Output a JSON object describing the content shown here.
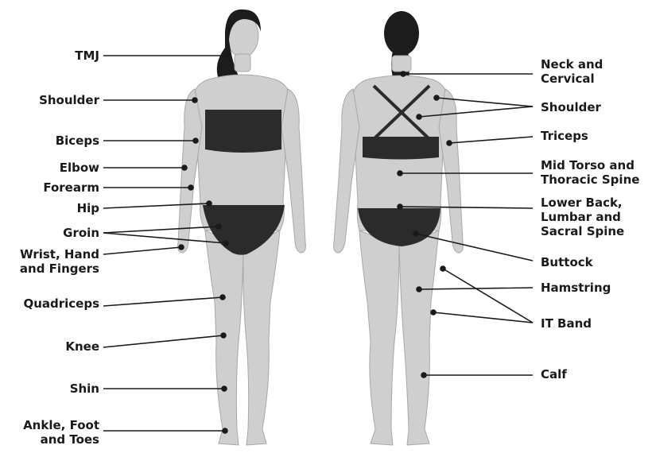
{
  "labels_left": {
    "tmj": "TMJ",
    "shoulder": "Shoulder",
    "biceps": "Biceps",
    "elbow": "Elbow",
    "forearm": "Forearm",
    "hip": "Hip",
    "groin": "Groin",
    "wrist": "Wrist, Hand\nand Fingers",
    "quadriceps": "Quadriceps",
    "knee": "Knee",
    "shin": "Shin",
    "ankle": "Ankle, Foot\nand Toes"
  },
  "labels_right": {
    "neck": "Neck and\nCervical",
    "shoulder": "Shoulder",
    "triceps": "Triceps",
    "mid_torso": "Mid Torso and\nThoracic Spine",
    "lower_back": "Lower Back,\nLumbar and\nSacral Spine",
    "buttock": "Buttock",
    "hamstring": "Hamstring",
    "it_band": "IT Band",
    "calf": "Calf"
  },
  "colors": {
    "skin": "#cfcfcf",
    "skin_shade": "#b3b3b3",
    "hair": "#1c1c1c",
    "swimsuit": "#2b2b2b",
    "line": "#1a1a1a"
  }
}
